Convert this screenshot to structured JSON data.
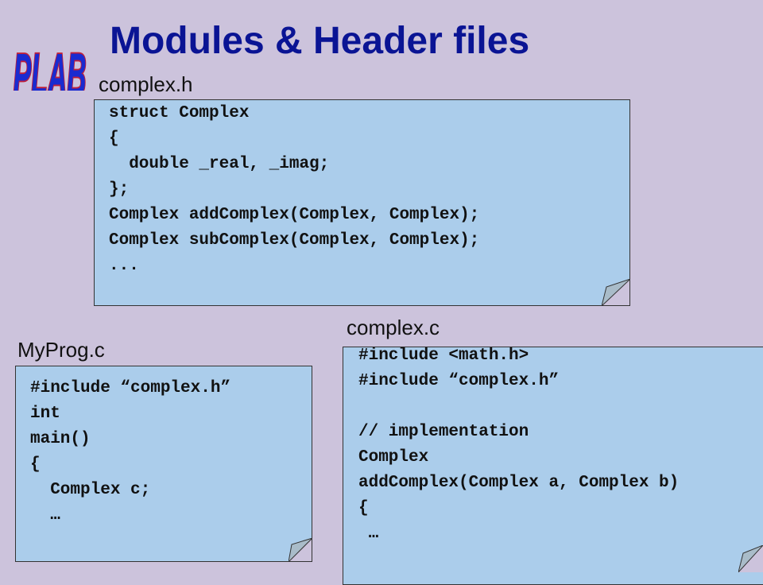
{
  "logo": {
    "text": "PLAB"
  },
  "title": "Modules & Header files",
  "header_file": {
    "label": "complex.h",
    "lines": [
      "struct Complex",
      "{",
      "  double _real, _imag;",
      "};",
      "Complex addComplex(Complex, Complex);",
      "Complex subComplex(Complex, Complex);",
      "..."
    ]
  },
  "myprog": {
    "label": "MyProg.c",
    "lines": [
      "#include “complex.h”",
      "int",
      "main()",
      "{",
      "  Complex c;",
      "  …"
    ]
  },
  "complex_c": {
    "label": "complex.c",
    "lines": [
      "#include <math.h>",
      "#include “complex.h”",
      "",
      "// implementation",
      "Complex",
      "addComplex(Complex a, Complex b)",
      "{",
      " …"
    ]
  }
}
